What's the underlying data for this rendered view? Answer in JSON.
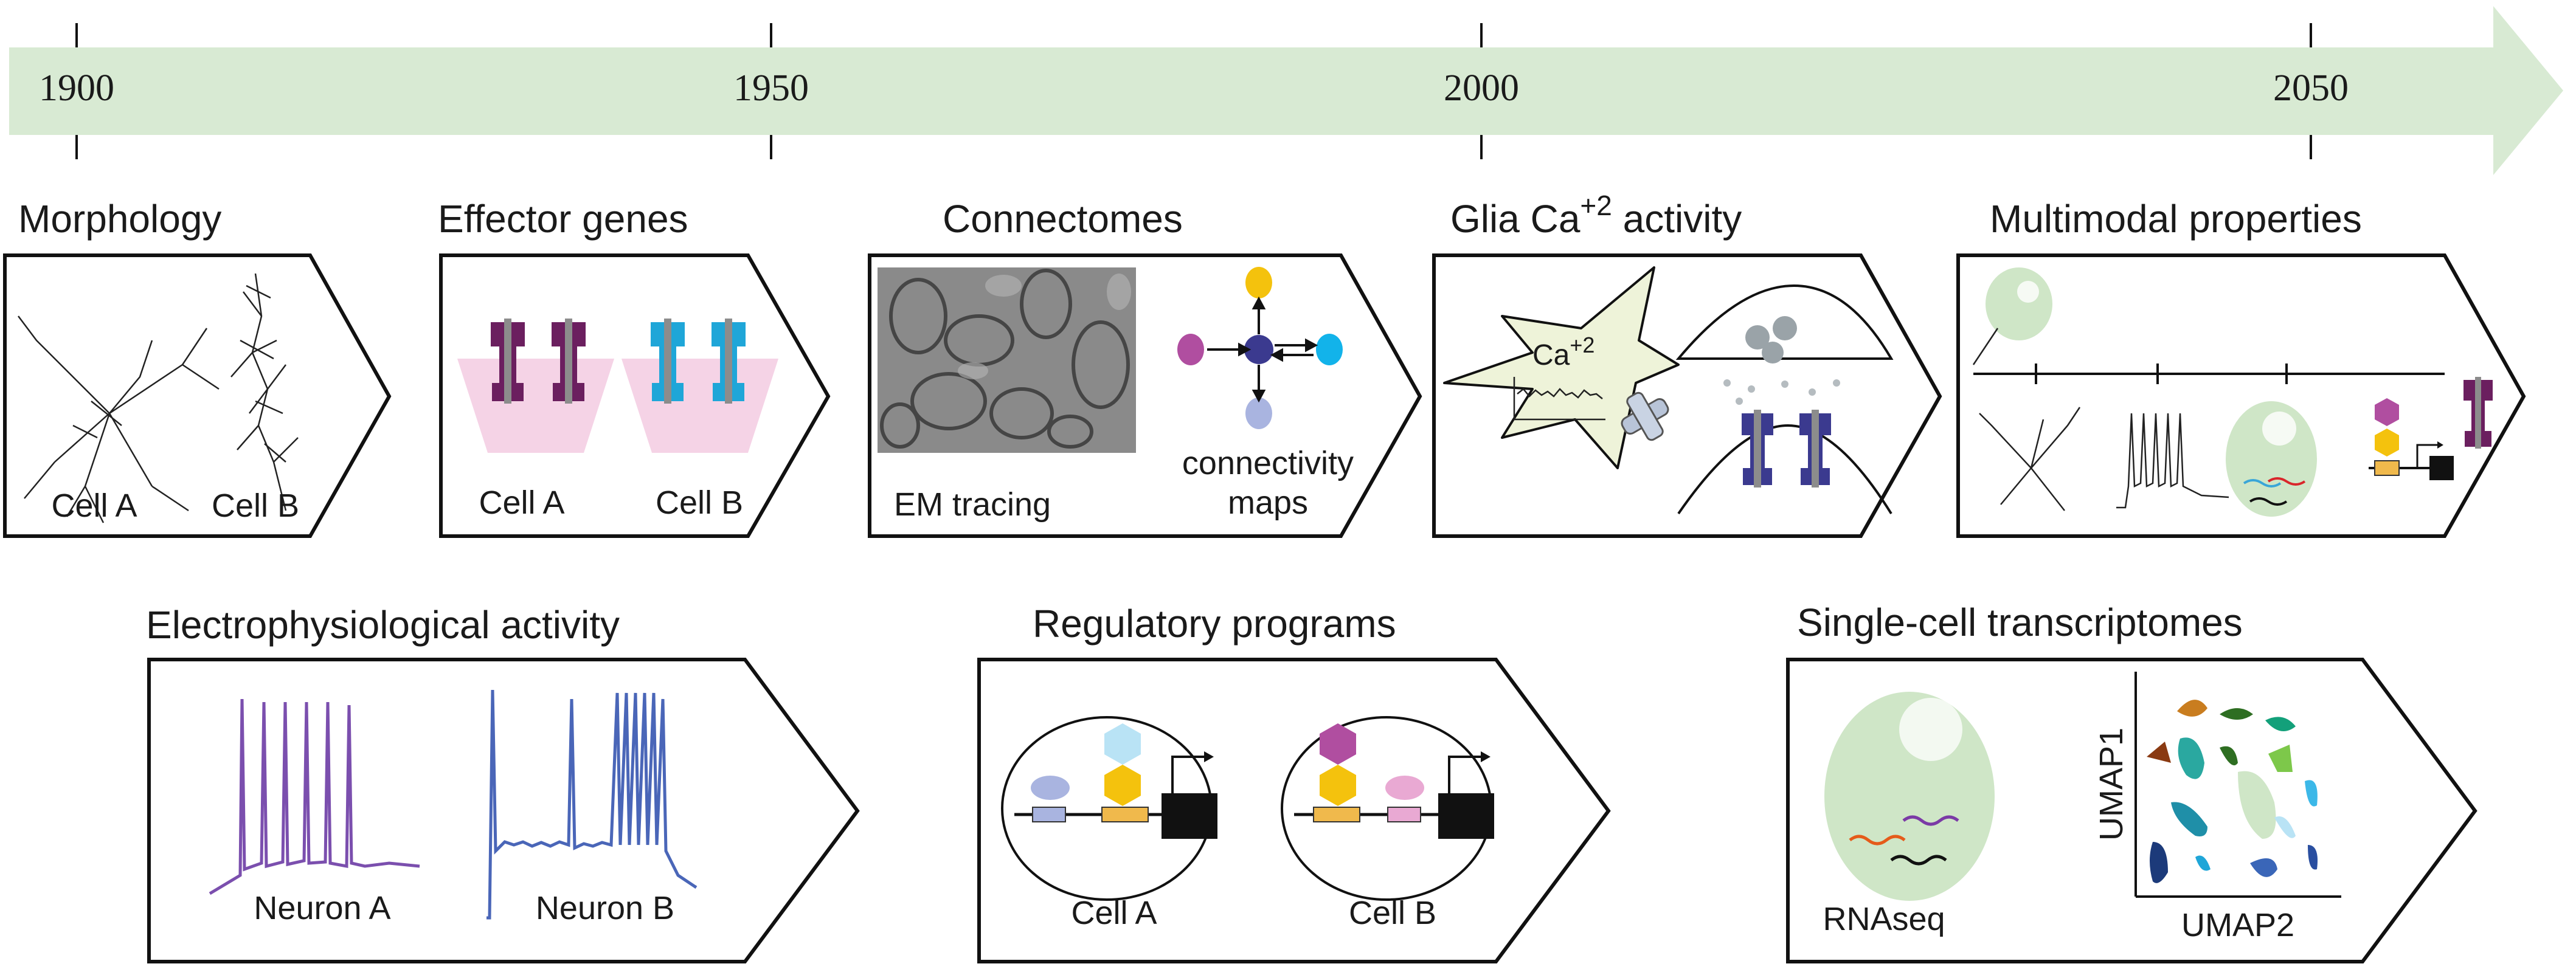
{
  "timeline": {
    "years": [
      "1900",
      "1950",
      "2000",
      "2050"
    ]
  },
  "panels": {
    "morphology": {
      "title": "Morphology",
      "label_a": "Cell A",
      "label_b": "Cell B"
    },
    "effector_genes": {
      "title": "Effector genes",
      "label_a": "Cell A",
      "label_b": "Cell B"
    },
    "connectomes": {
      "title": "Connectomes",
      "em_label": "EM tracing",
      "map_label_1": "connectivity",
      "map_label_2": "maps"
    },
    "glia": {
      "title": "Glia Ca",
      "title_sup": "+2",
      "title_suffix": " activity",
      "inner": "Ca",
      "inner_sup": "+2"
    },
    "multimodal": {
      "title": "Multimodal properties"
    },
    "electrophysiology": {
      "title": "Electrophysiological activity",
      "label_a": "Neuron A",
      "label_b": "Neuron B"
    },
    "regulatory": {
      "title": "Regulatory programs",
      "label_a": "Cell A",
      "label_b": "Cell B"
    },
    "transcriptomes": {
      "title": "Single-cell transcriptomes",
      "rnaseq": "RNAseq",
      "xaxis": "UMAP2",
      "yaxis": "UMAP1"
    }
  },
  "colors": {
    "timeline": "#d8ead3",
    "purple_channel": "#6b1f5f",
    "cyan_channel": "#1fa6d8",
    "membrane_pink": "#f5d3e6",
    "yellow": "#f4c20d",
    "dark_blue": "#3b3a8f",
    "magenta": "#b04ea0",
    "light_blue_node": "#a9b4e0",
    "cyan_node": "#12b3ea",
    "cell_green": "#cfe6c7",
    "star_green": "#eef3d9",
    "ephys_purple": "#7b4fae",
    "ephys_blue": "#4a66b8"
  }
}
